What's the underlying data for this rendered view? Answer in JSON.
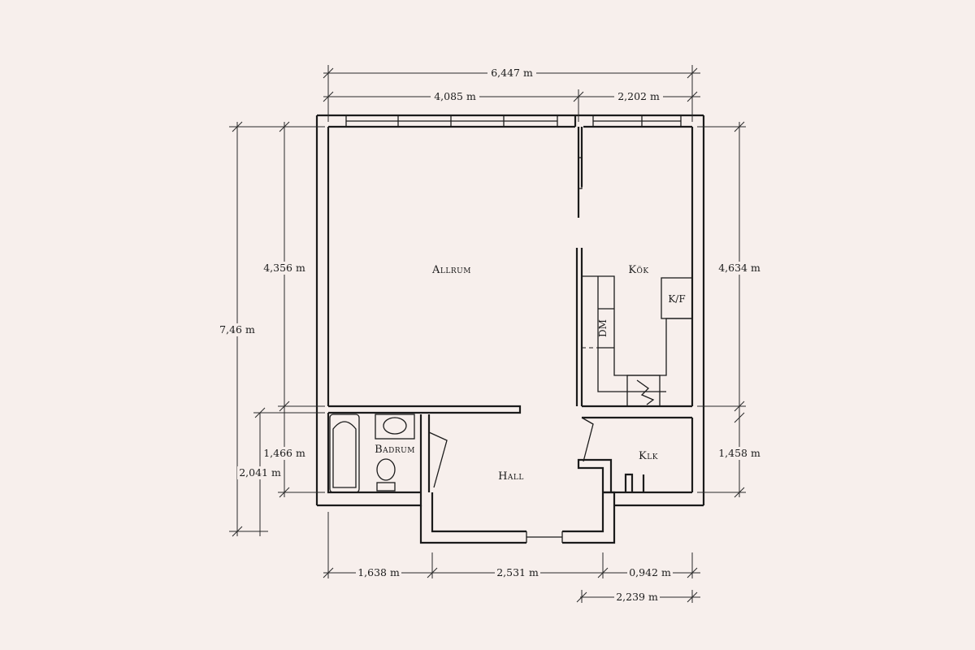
{
  "rooms": {
    "allrum": "Allrum",
    "kok": "Kök",
    "badrum": "Badrum",
    "hall": "Hall",
    "klk": "Klk"
  },
  "appliances": {
    "kf": "K/F",
    "dm": "DM"
  },
  "dimensions": {
    "total_width": "6,447 m",
    "allrum_width": "4,085 m",
    "kok_width": "2,202 m",
    "total_height": "7,46 m",
    "allrum_height": "4,356 m",
    "kok_height": "4,634 m",
    "badrum_height": "1,466 m",
    "badrum_outer_height": "2,041 m",
    "klk_height": "1,458 m",
    "badrum_width": "1,638 m",
    "hall_width": "2,531 m",
    "klk_width": "0,942 m",
    "klk_outer_width": "2,239 m"
  },
  "colors": {
    "background": "#f7efec",
    "ink": "#1b1b1b"
  }
}
